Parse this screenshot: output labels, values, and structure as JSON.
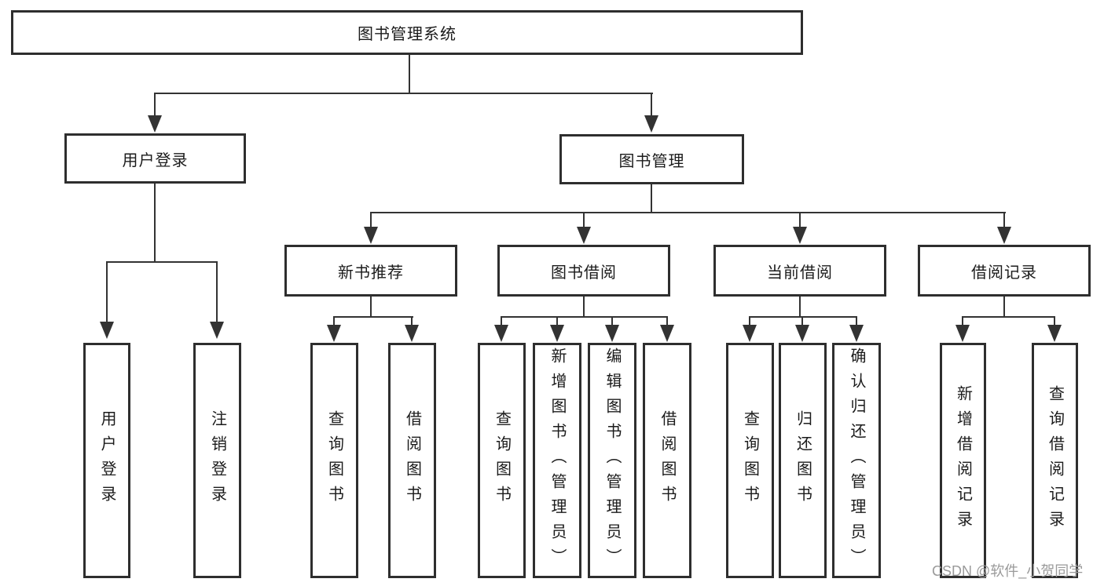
{
  "diagram": {
    "root": {
      "label": "图书管理系统"
    },
    "level1": [
      {
        "label": "用户登录"
      },
      {
        "label": "图书管理"
      }
    ],
    "level2": [
      {
        "label": "新书推荐"
      },
      {
        "label": "图书借阅"
      },
      {
        "label": "当前借阅"
      },
      {
        "label": "借阅记录"
      }
    ],
    "leaves": [
      {
        "label": "用户登录"
      },
      {
        "label": "注销登录"
      },
      {
        "label": "查询图书"
      },
      {
        "label": "借阅图书"
      },
      {
        "label": "查询图书"
      },
      {
        "label": "新增图书（管理员）"
      },
      {
        "label": "编辑图书（管理员）"
      },
      {
        "label": "借阅图书"
      },
      {
        "label": "查询图书"
      },
      {
        "label": "归还图书"
      },
      {
        "label": "确认归还（管理员）"
      },
      {
        "label": "新增借阅记录"
      },
      {
        "label": "查询借阅记录"
      }
    ]
  },
  "watermark": {
    "text": "CSDN @软件_小贺同学"
  },
  "colors": {
    "line": "#333333",
    "box_border": "#2e2e2e",
    "text": "#1b1b1b",
    "watermark": "#9a9a9a",
    "background": "#ffffff"
  }
}
